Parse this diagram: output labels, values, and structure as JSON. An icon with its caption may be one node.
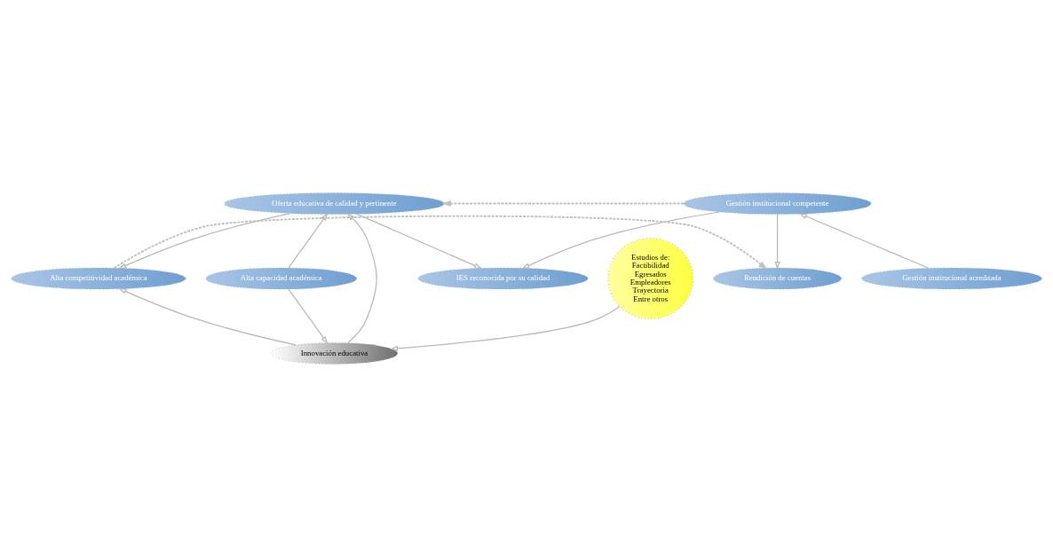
{
  "diagram": {
    "nodes": [
      {
        "text": [
          "IES reconocida por su calidad"
        ]
      },
      {
        "text": [
          "Oferta educativa de calidad y pertinente"
        ]
      },
      {
        "text": [
          "Gestión institucional competente"
        ]
      },
      {
        "text": [
          "Alta capacidad académica"
        ]
      },
      {
        "text": [
          "Alta competitividad académica"
        ]
      },
      {
        "text": [
          "Rendición de cuentas"
        ]
      },
      {
        "text": [
          "Gestión institucional acreditada"
        ]
      },
      {
        "text": [
          "Innovación educativa"
        ]
      },
      {
        "text": [
          "Estudios de:",
          "Factibilidad",
          "Egresados",
          "Empleadores",
          "Trayectoria",
          "Entre otros"
        ]
      }
    ],
    "edges": [
      {
        "from": 1,
        "to": 0,
        "arrow": "to"
      },
      {
        "from": 2,
        "to": 0,
        "arrow": "to"
      },
      {
        "from": 2,
        "to": 1,
        "arrow": "to",
        "style": "dashed"
      },
      {
        "from": 2,
        "to": 5,
        "arrow": "to"
      },
      {
        "from": 6,
        "to": 2,
        "arrow": "to"
      },
      {
        "from": 3,
        "to": 1,
        "arrow": "to"
      },
      {
        "from": 7,
        "to": 1,
        "arrow": "to"
      },
      {
        "from": 1,
        "to": 4,
        "arrow": "to"
      },
      {
        "from": 3,
        "to": 7,
        "arrow": "to"
      },
      {
        "from": 7,
        "to": 4,
        "arrow": "to"
      },
      {
        "from": 4,
        "to": 5,
        "arrow": "to",
        "style": "dashed"
      },
      {
        "from": 8,
        "to": 7,
        "arrow": "to"
      }
    ]
  }
}
